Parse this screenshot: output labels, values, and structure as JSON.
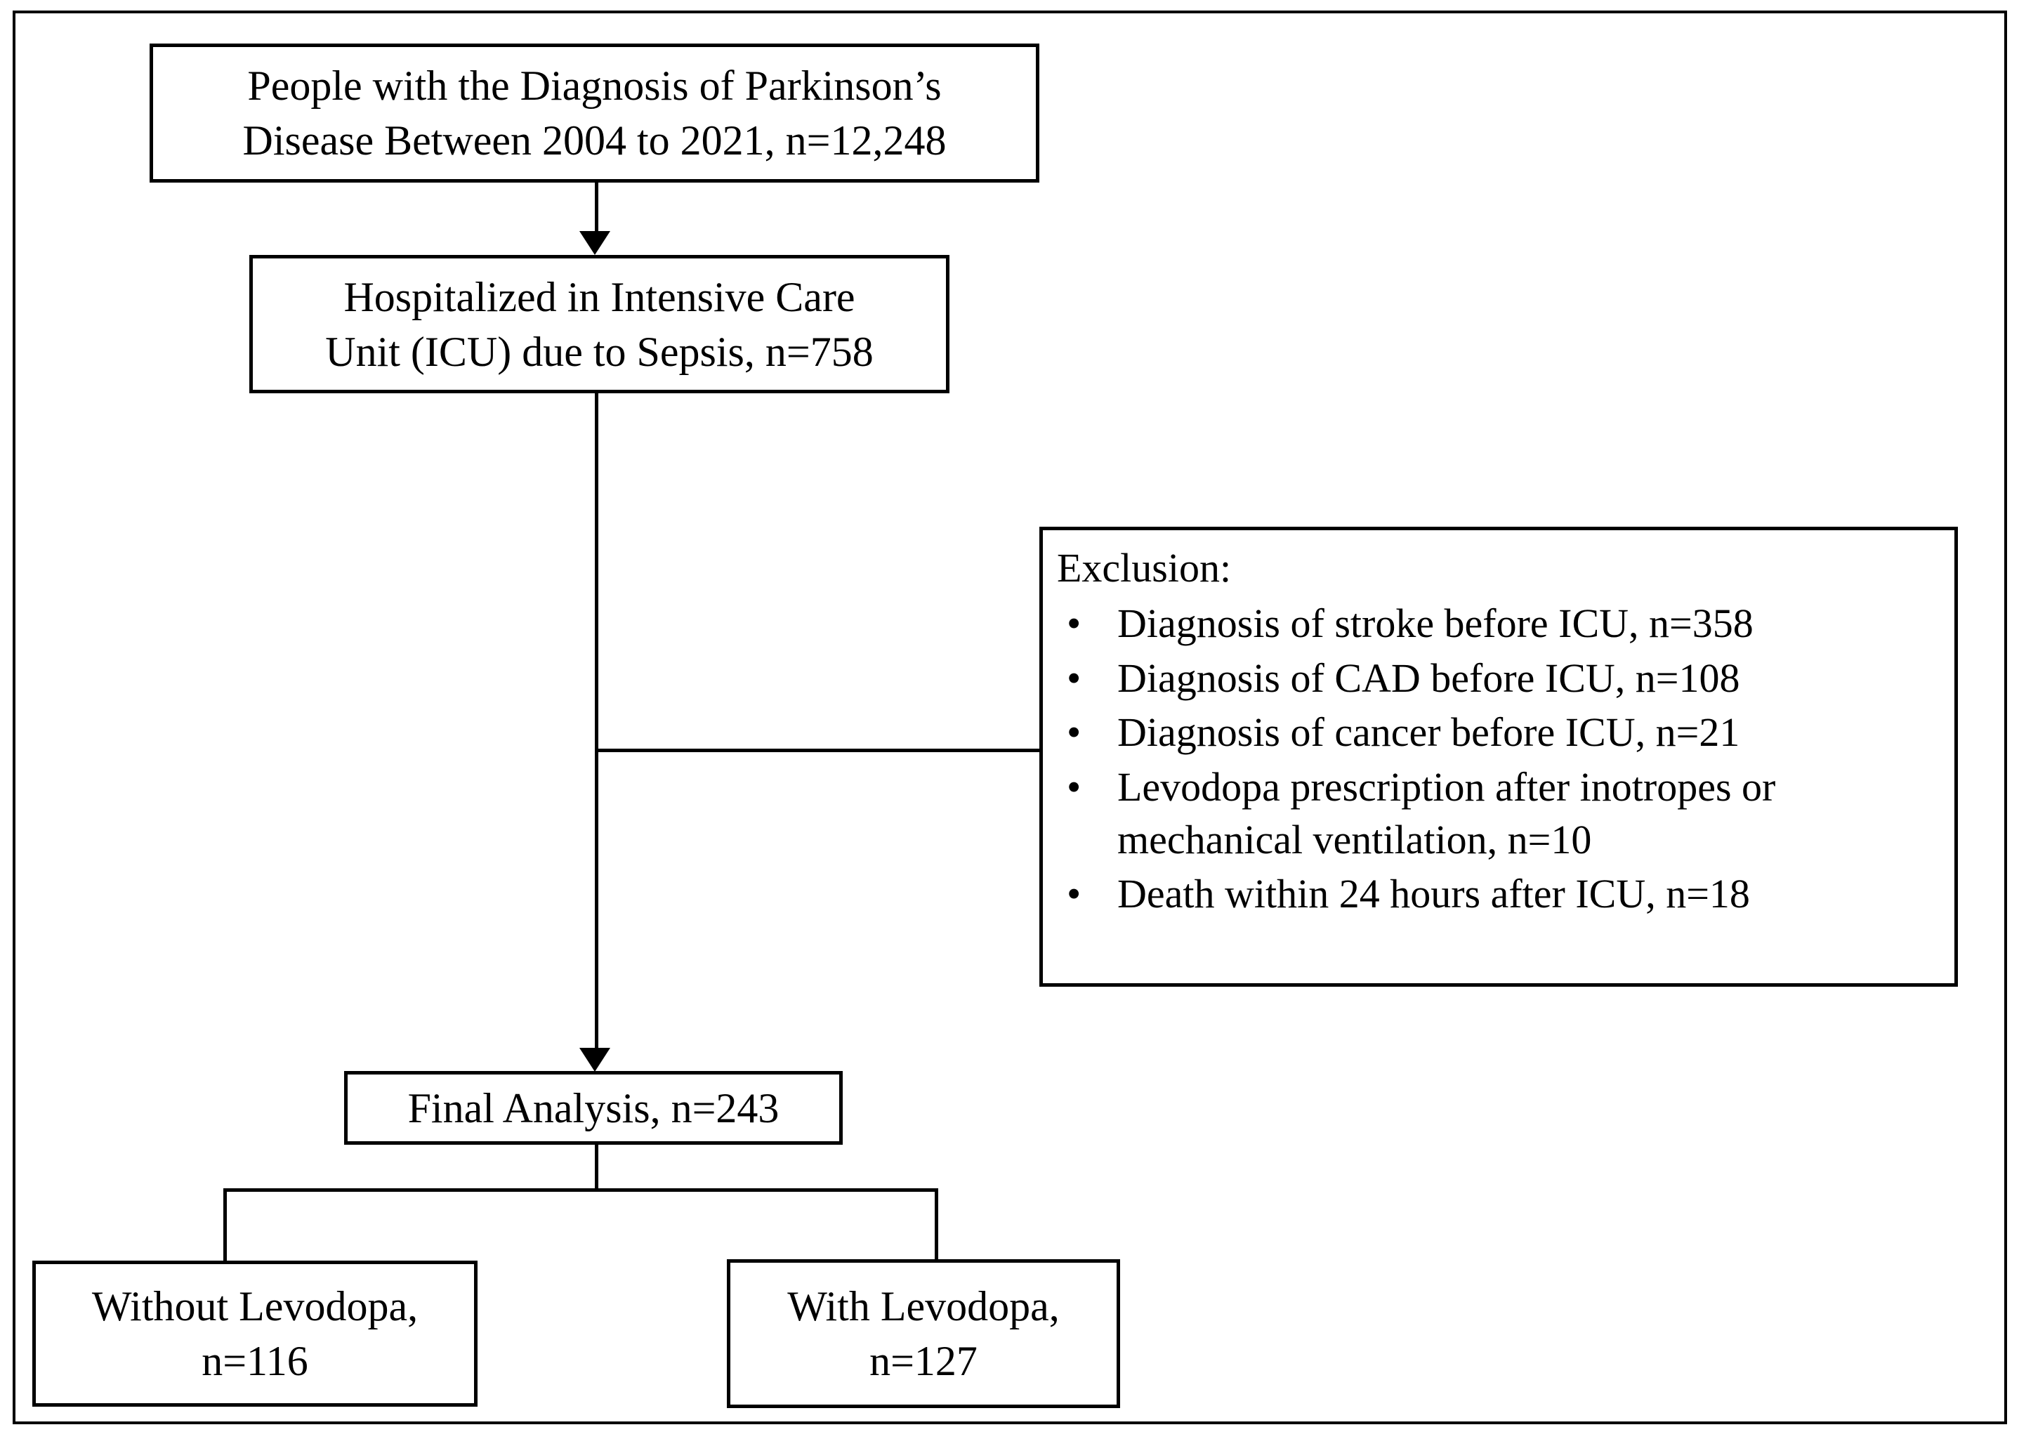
{
  "diagram": {
    "type": "study-flow-chart",
    "boxes": {
      "source": {
        "line1": "People with the Diagnosis of Parkinson’s",
        "line2": "Disease  Between 2004 to 2021, n=12,248"
      },
      "icu": {
        "line1": "Hospitalized in Intensive Care",
        "line2": "Unit (ICU) due to Sepsis, n=758"
      },
      "exclusion": {
        "title": "Exclusion:",
        "bullet_glyph": "•",
        "items": [
          {
            "text": "Diagnosis  of stroke before ICU, n=358"
          },
          {
            "text": "Diagnosis  of CAD before ICU, n=108"
          },
          {
            "text": "Diagnosis  of cancer before ICU, n=21"
          },
          {
            "text": "Levodopa prescription after inotropes or",
            "text2": "mechanical ventilation, n=10"
          },
          {
            "text": "Death within 24 hours after ICU, n=18"
          }
        ]
      },
      "final": {
        "line1": "Final Analysis, n=243"
      },
      "without_levodopa": {
        "line1": "Without Levodopa,",
        "line2": "n=116"
      },
      "with_levodopa": {
        "line1": "With Levodopa,",
        "line2": "n=127"
      }
    },
    "colors": {
      "line": "#000000",
      "box_fill": "#ffffff",
      "text": "#000000"
    }
  }
}
